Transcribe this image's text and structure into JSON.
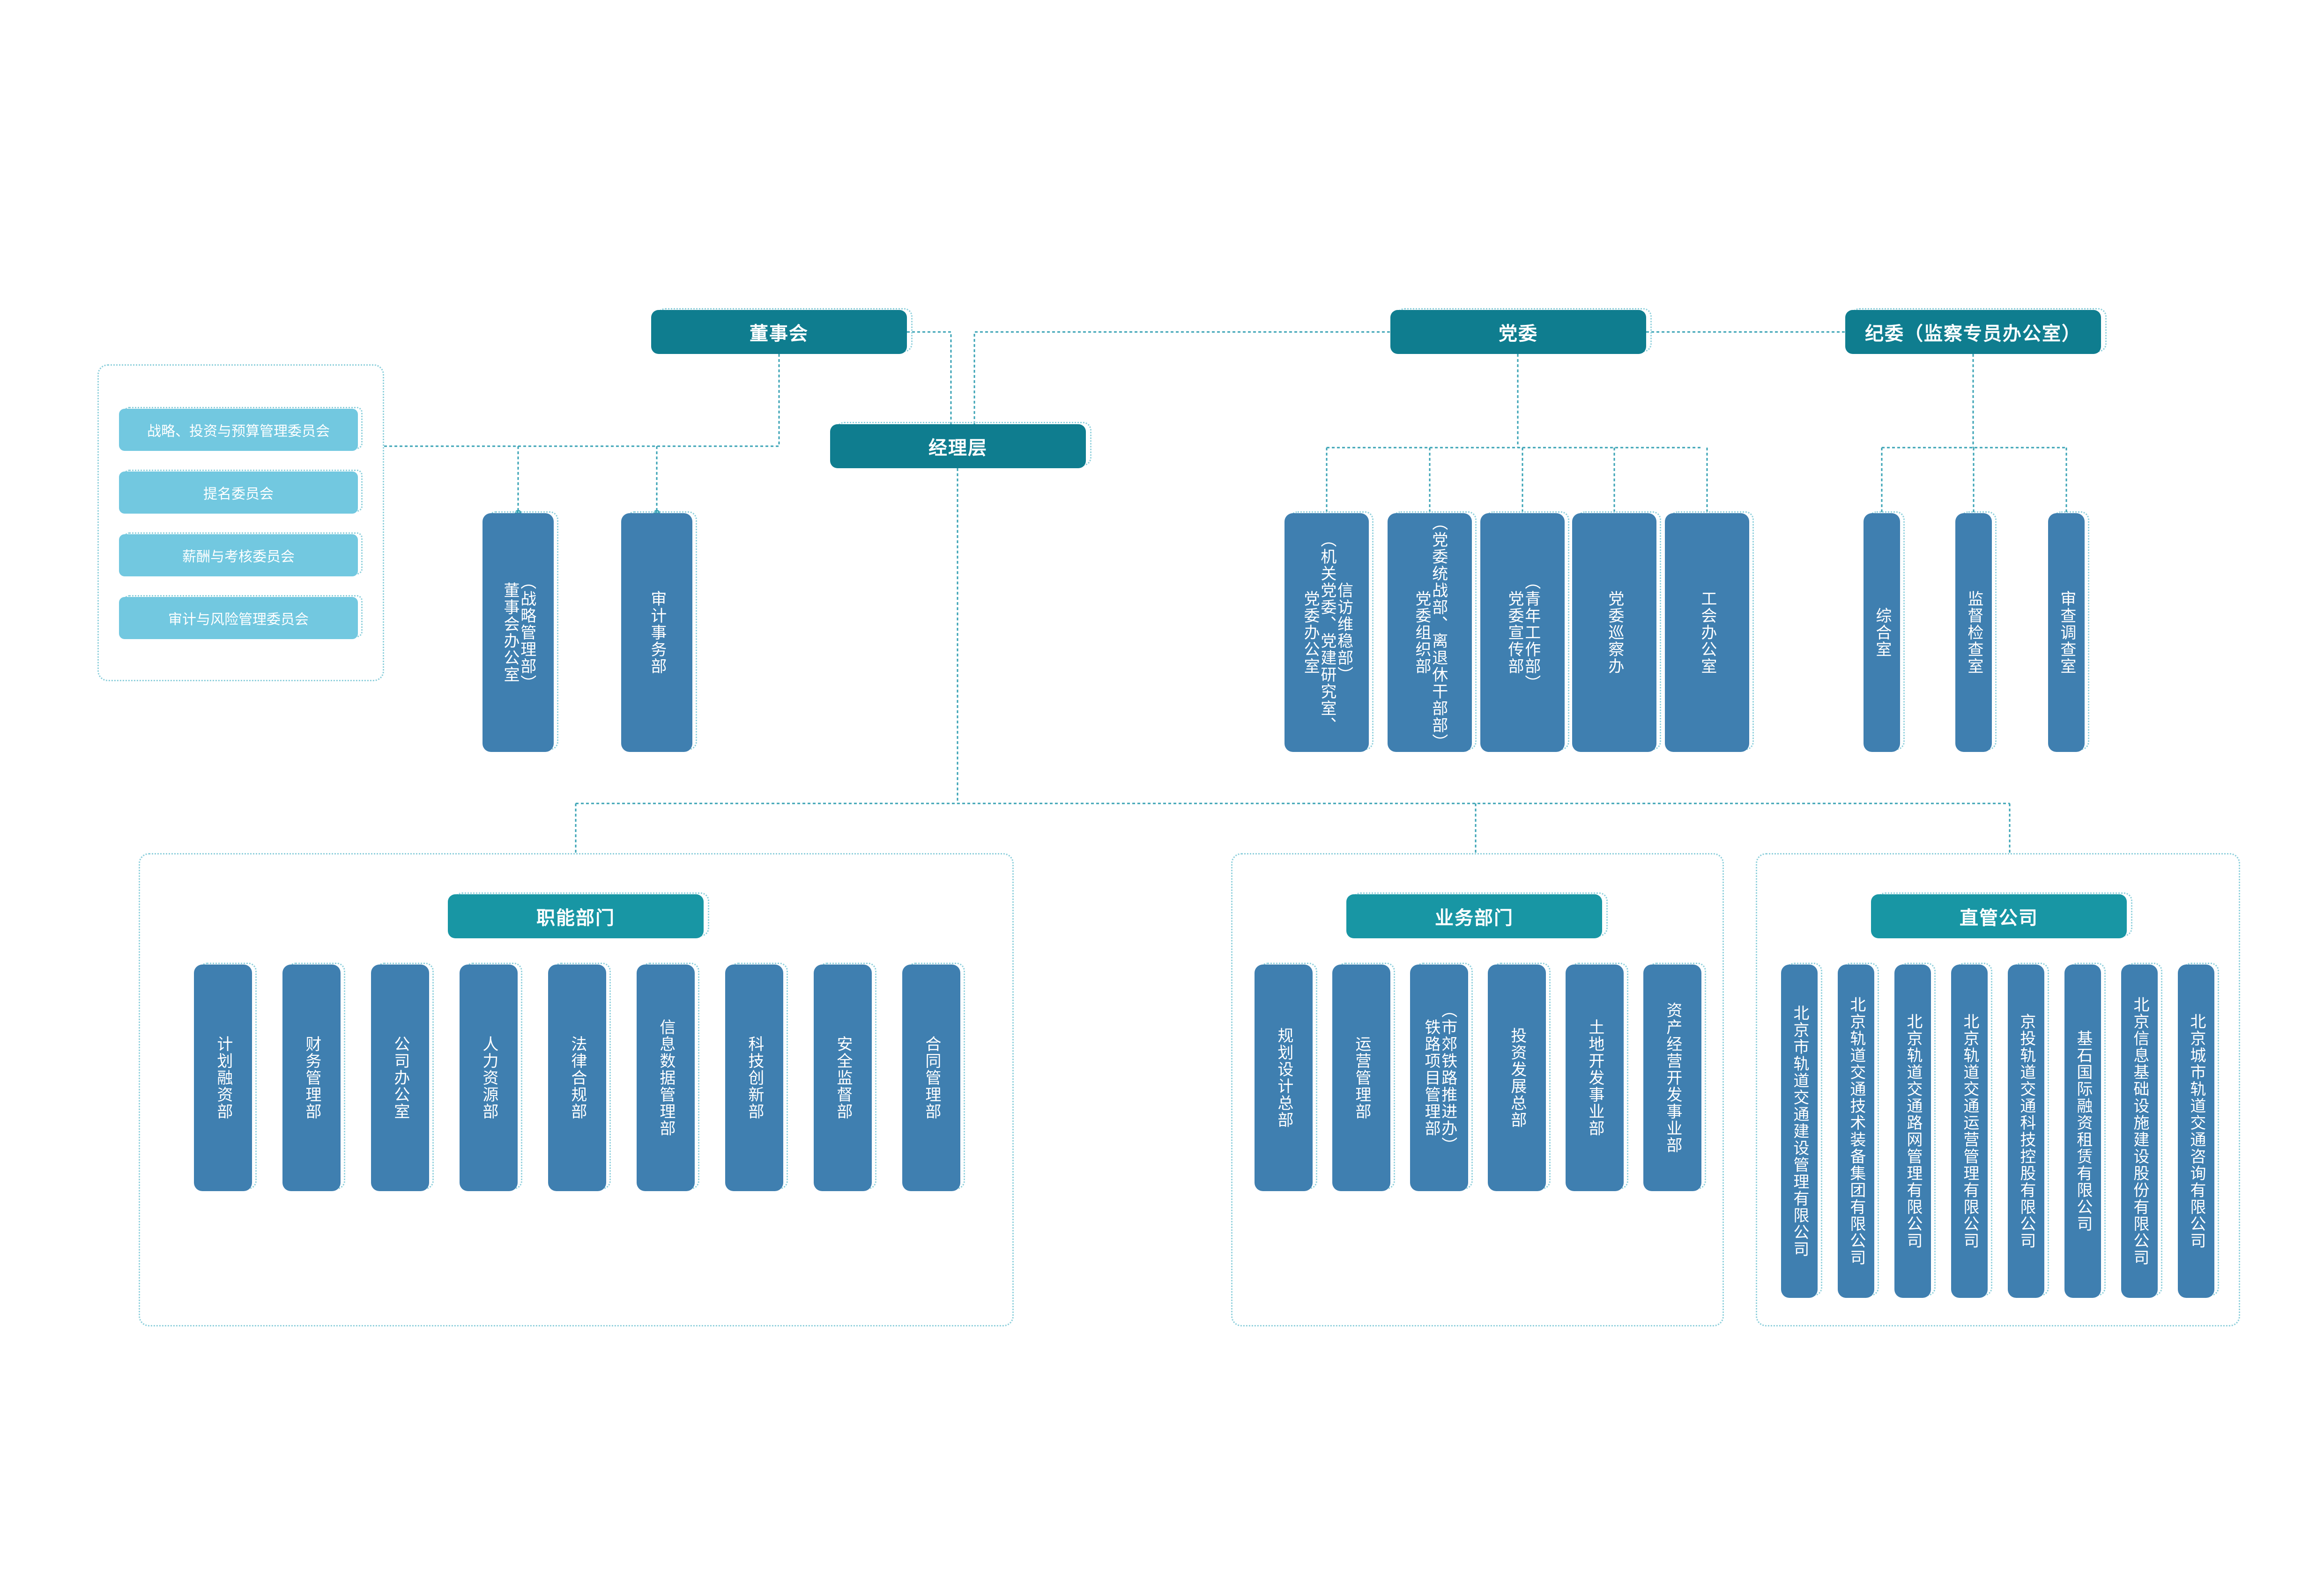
{
  "top": {
    "board": "董事会",
    "management": "经理层",
    "party": "党委",
    "discipline": "纪委（监察专员办公室）"
  },
  "board_committees": [
    "战略、投资与预算管理委员会",
    "提名委员会",
    "薪酬与考核委员会",
    "审计与风险管理委员会"
  ],
  "board_depts": [
    {
      "lines": [
        "（战略管理部）",
        "董事会办公室"
      ]
    },
    {
      "lines": [
        "审计事务部"
      ]
    }
  ],
  "party_depts": [
    {
      "lines": [
        "信访维稳部）",
        "（机关党委、党建研究室、",
        "党委办公室"
      ]
    },
    {
      "lines": [
        "（党委统战部、离退休干部部）",
        "党委组织部"
      ]
    },
    {
      "lines": [
        "（青年工作部）",
        "党委宣传部"
      ]
    },
    {
      "lines": [
        "党委巡察办"
      ]
    },
    {
      "lines": [
        "工会办公室"
      ]
    }
  ],
  "discipline_depts": [
    {
      "lines": [
        "综合室"
      ]
    },
    {
      "lines": [
        "监督检查室"
      ]
    },
    {
      "lines": [
        "审查调查室"
      ]
    }
  ],
  "functional": {
    "title": "职能部门",
    "items": [
      "计划融资部",
      "财务管理部",
      "公司办公室",
      "人力资源部",
      "法律合规部",
      "信息数据管理部",
      "科技创新部",
      "安全监督部",
      "合同管理部"
    ]
  },
  "business": {
    "title": "业务部门",
    "items": [
      {
        "lines": [
          "规划设计总部"
        ]
      },
      {
        "lines": [
          "运营管理部"
        ]
      },
      {
        "lines": [
          "（市郊铁路推进办）",
          "铁路项目管理部"
        ]
      },
      {
        "lines": [
          "投资发展总部"
        ]
      },
      {
        "lines": [
          "土地开发事业部"
        ]
      },
      {
        "lines": [
          "资产经营开发事业部"
        ]
      }
    ]
  },
  "subsidiaries": {
    "title": "直管公司",
    "items": [
      "北京市轨道交通建设管理有限公司",
      "北京轨道交通技术装备集团有限公司",
      "北京轨道交通路网管理有限公司",
      "北京轨道交通运营管理有限公司",
      "京投轨道交通科技控股有限公司",
      "基石国际融资租赁有限公司",
      "北京信息基础设施建设股份有限公司",
      "北京城市轨道交通咨询有限公司"
    ]
  },
  "colors": {
    "header_dark": "#0f7d8f",
    "header_teal": "#1896a4",
    "dept_blue": "#3f7fb0",
    "committee_light": "#72c8e0",
    "connector": "#3aa3b5"
  }
}
